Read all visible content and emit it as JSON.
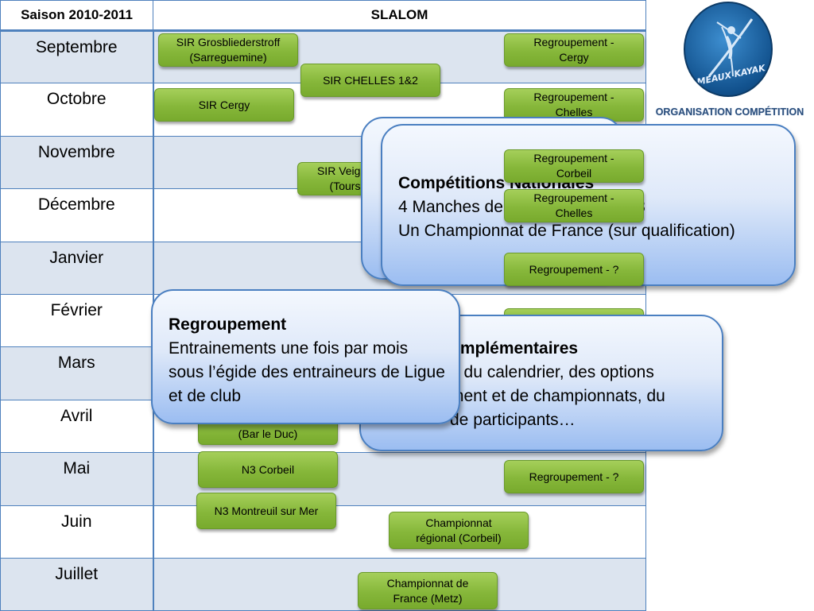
{
  "table": {
    "header": {
      "season": "Saison 2010-2011",
      "discipline": "SLALOM"
    },
    "months": [
      "Septembre",
      "Octobre",
      "Novembre",
      "Décembre",
      "Janvier",
      "Février",
      "Mars",
      "Avril",
      "Mai",
      "Juin",
      "Juillet"
    ]
  },
  "events": [
    {
      "label": "SIR Grosbliederstroff\n(Sarreguemine)"
    },
    {
      "label": "Regroupement -\nCergy"
    },
    {
      "label": "SIR CHELLES 1&2"
    },
    {
      "label": "SIR Cergy"
    },
    {
      "label": "Regroupement -\nChelles"
    },
    {
      "label": "SIR Veigne\n(Tours"
    },
    {
      "label": "Regroupement -\nCorbeil"
    },
    {
      "label": "Regroupement -\nChelles"
    },
    {
      "label": "Regroupement - ?"
    },
    {
      "label": "(Bar le Duc)"
    },
    {
      "label": "N3 Corbeil"
    },
    {
      "label": "Regroupement - ?"
    },
    {
      "label": "N3 Montreuil sur Mer"
    },
    {
      "label": "Championnat\nrégional (Corbeil)"
    },
    {
      "label": "Championnat de\nFrance (Metz)"
    }
  ],
  "panels": {
    "nationales": {
      "title": "Compétitions Nationales",
      "line1": "4 Manches de",
      "line1_end": "N3",
      "line2": "Un Championnat de France (sur qualification)"
    },
    "regroupement": {
      "title": "Regroupement",
      "text": "Entrainements une fois par mois sous l’égide des entraineurs de Ligue et de club"
    },
    "complementaires": {
      "title": "omplémentaires",
      "line1": "n du calendrier, des options",
      "line2": "ment et de championnats, du",
      "line3": "de participants…"
    }
  },
  "logo": {
    "text": "MEAUX KAYAK"
  },
  "org_label": "ORGANISATION COMPÉTITION",
  "colors": {
    "table_border": "#4f81bd",
    "row_band": "#dce4ef",
    "event_green": "#8cbf44",
    "panel_blue": "#9bbdf1",
    "logo_blue": "#12528e"
  }
}
